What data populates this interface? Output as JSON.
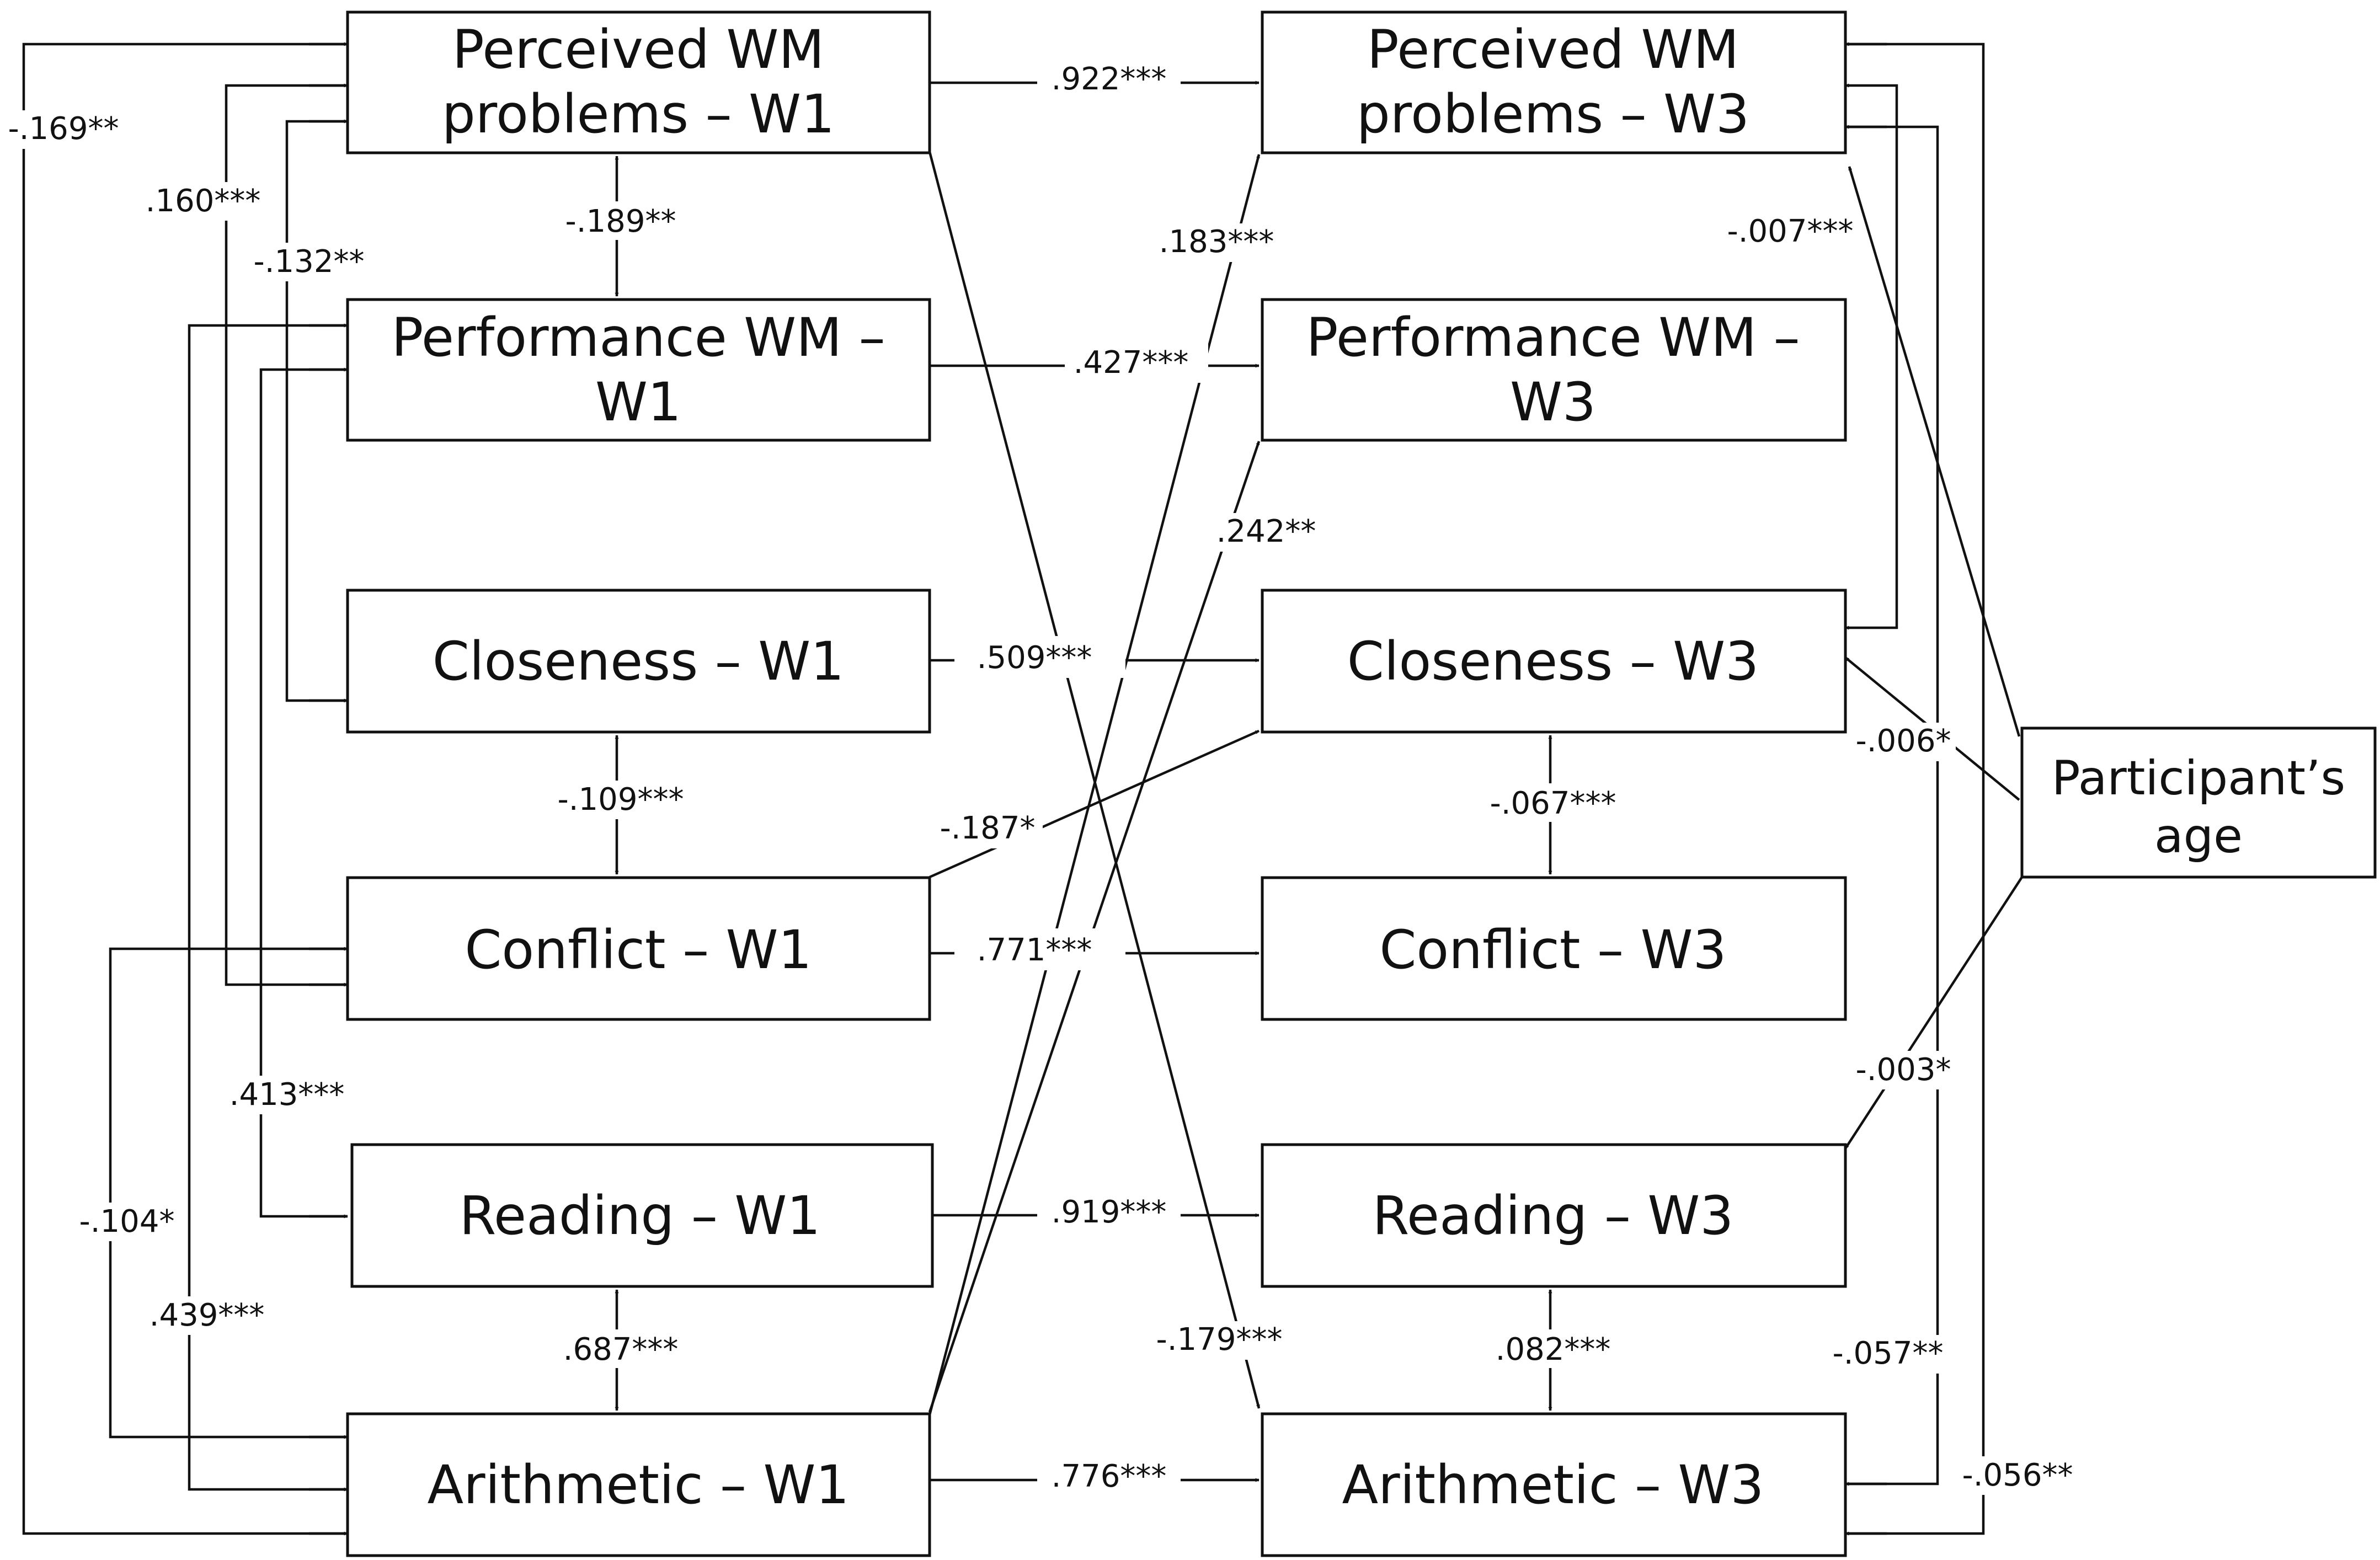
{
  "nodes": {
    "pwm1": [
      "Perceived WM",
      "problems – W1"
    ],
    "perf1": [
      "Performance WM –",
      "W1"
    ],
    "close1": [
      "Closeness – W1"
    ],
    "conf1": [
      "Conflict – W1"
    ],
    "read1": [
      "Reading – W1"
    ],
    "arith1": [
      "Arithmetic – W1"
    ],
    "pwm3": [
      "Perceived WM",
      "problems – W3"
    ],
    "perf3": [
      "Performance WM –",
      "W3"
    ],
    "close3": [
      "Closeness – W3"
    ],
    "conf3": [
      "Conflict – W3"
    ],
    "read3": [
      "Reading – W3"
    ],
    "arith3": [
      "Arithmetic – W3"
    ],
    "age": [
      "Participant’s",
      "age"
    ]
  },
  "coefficients": {
    "pwm_stab": ".922***",
    "perf_stab": ".427***",
    "close_stab": ".509***",
    "conf_stab": ".771***",
    "read_stab": ".919***",
    "arith_stab": ".776***",
    "pwm1_perf1": "-.189**",
    "close1_conf1": "-.109***",
    "read1_arith1": ".687***",
    "close3_conf3": "-.067***",
    "read3_arith3": ".082***",
    "pwm1_arith1": "-.169**",
    "pwm1_conf1": ".160***",
    "pwm1_close1": "-.132**",
    "perf1_read1": ".413***",
    "conf1_arith1": "-.104*",
    "perf1_arith1": ".439***",
    "arith1_pwm3": ".183***",
    "arith1_perf3": ".242**",
    "conf1_close3": "-.187*",
    "pwm1_arith3": "-.179***",
    "age_pwm3": "-.007***",
    "age_close3": "-.006*",
    "age_read3": "-.003*",
    "pwm3_arith3_a": "-.057**",
    "pwm3_arith3_b": "-.056**"
  }
}
